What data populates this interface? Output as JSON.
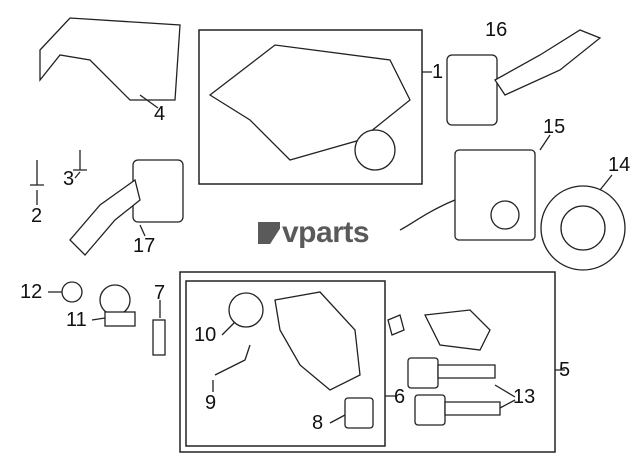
{
  "watermark": "vparts",
  "callouts": [
    "1",
    "2",
    "3",
    "4",
    "5",
    "6",
    "7",
    "8",
    "9",
    "10",
    "11",
    "12",
    "13",
    "14",
    "15",
    "16",
    "17"
  ]
}
